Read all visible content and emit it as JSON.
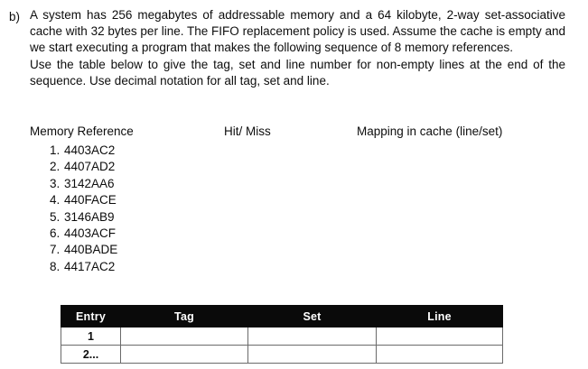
{
  "question": {
    "label": "b)",
    "paragraph_lines": [
      "A system has 256 megabytes of addressable memory and a 64 kilobyte, 2-way set-associative cache with 32 bytes per line. The FIFO replacement policy is used. Assume the cache is empty and we start executing a program that makes the following sequence of 8 memory references.",
      "Use the table below to give the tag, set and line number for non-empty lines at the end of the sequence. Use decimal notation for all tag, set and line."
    ]
  },
  "reference_section": {
    "headers": {
      "memory_reference": "Memory Reference",
      "hit_miss": "Hit/ Miss",
      "mapping": "Mapping in cache (line/set)"
    },
    "items": [
      {
        "index": "1.",
        "address": "4403AC2"
      },
      {
        "index": "2.",
        "address": "4407AD2"
      },
      {
        "index": "3.",
        "address": "3142AA6"
      },
      {
        "index": "4.",
        "address": "440FACE"
      },
      {
        "index": "5.",
        "address": "3146AB9"
      },
      {
        "index": "6.",
        "address": "4403ACF"
      },
      {
        "index": "7.",
        "address": "440BADE"
      },
      {
        "index": "8.",
        "address": "4417AC2"
      }
    ]
  },
  "answer_table": {
    "columns": [
      "Entry",
      "Tag",
      "Set",
      "Line"
    ],
    "rows": [
      {
        "entry": "1",
        "tag": "",
        "set": "",
        "line": ""
      },
      {
        "entry": "2...",
        "tag": "",
        "set": "",
        "line": ""
      }
    ]
  },
  "colors": {
    "page_background": "#ffffff",
    "text": "#0d0d0d",
    "table_header_bg": "#0a0a0a",
    "table_header_text": "#ffffff",
    "table_border": "#6a6a6a"
  }
}
